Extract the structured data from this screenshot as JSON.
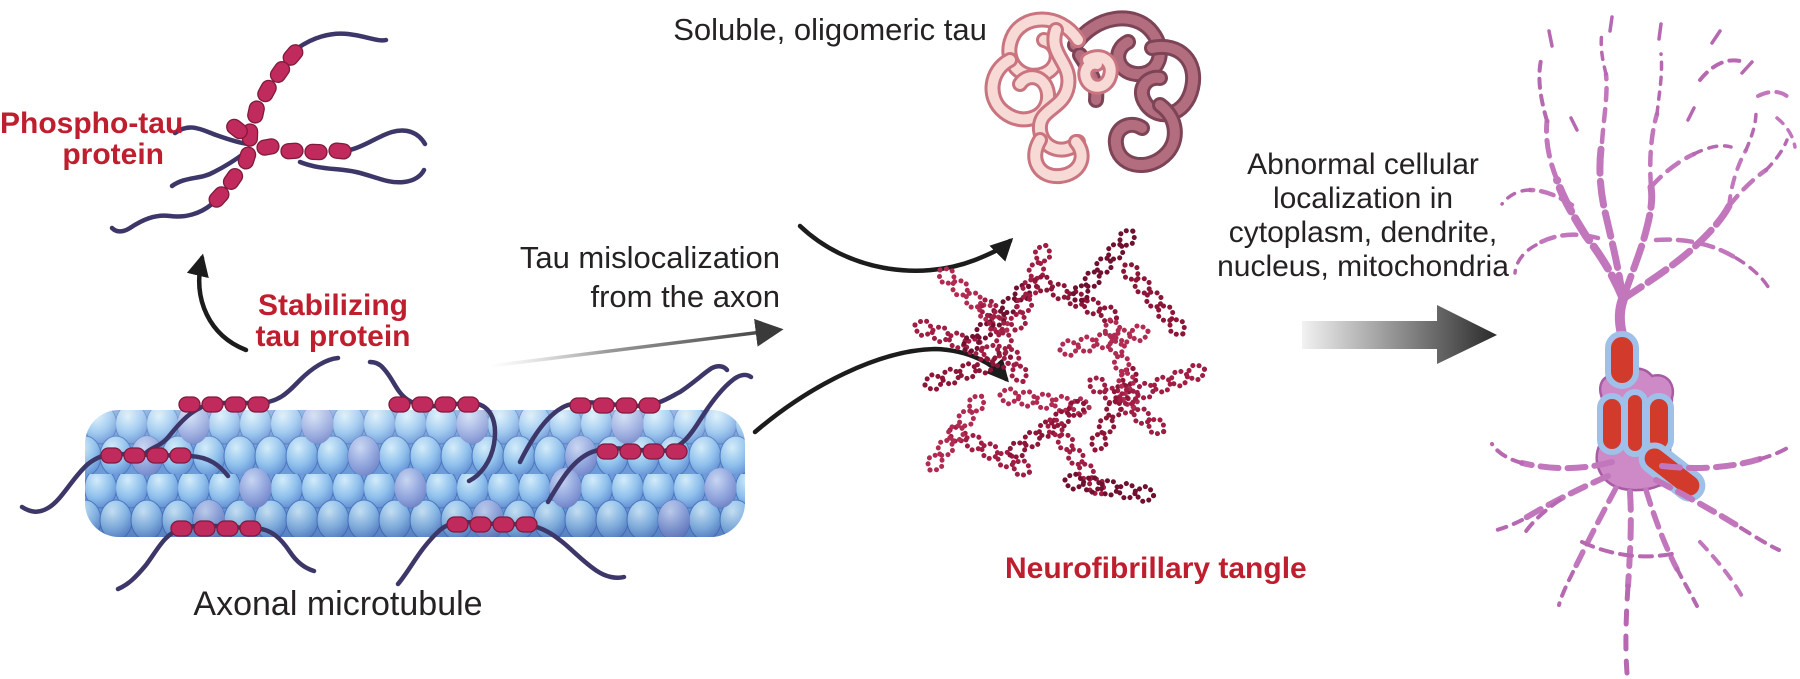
{
  "figure": {
    "labels": {
      "phospho_tau_line1": "Phospho-tau",
      "phospho_tau_line2": "protein",
      "stabilizing_line1": "Stabilizing",
      "stabilizing_line2": "tau protein",
      "axonal_microtubule": "Axonal microtubule",
      "mislocalization_line1": "Tau mislocalization",
      "mislocalization_line2": "from the axon",
      "soluble_oligomeric_tau": "Soluble, oligomeric tau",
      "neurofibrillary_tangle": "Neurofibrillary tangle",
      "abnormal_line1": "Abnormal cellular",
      "abnormal_line2": "localization in",
      "abnormal_line3": "cytoplasm, dendrite,",
      "abnormal_line4": "nucleus, mitochondria"
    },
    "colors": {
      "label_red": "#be1e2d",
      "text_dark": "#262223",
      "tau_strand_navy": "#3c3768",
      "tau_capsule_crimson": "#c12a5c",
      "microtubule_blue": "#8fc0ec",
      "oligomer_pink": "#f7d9d6",
      "oligomer_mauve": "#b26d7e",
      "tangle_crimson": "#a01d44",
      "neuron_orchid": "#c277bd",
      "inclusion_red": "#d23a2c",
      "inclusion_ring_blue": "#9fc0e8",
      "arrow_black": "#1c1c1c"
    }
  }
}
